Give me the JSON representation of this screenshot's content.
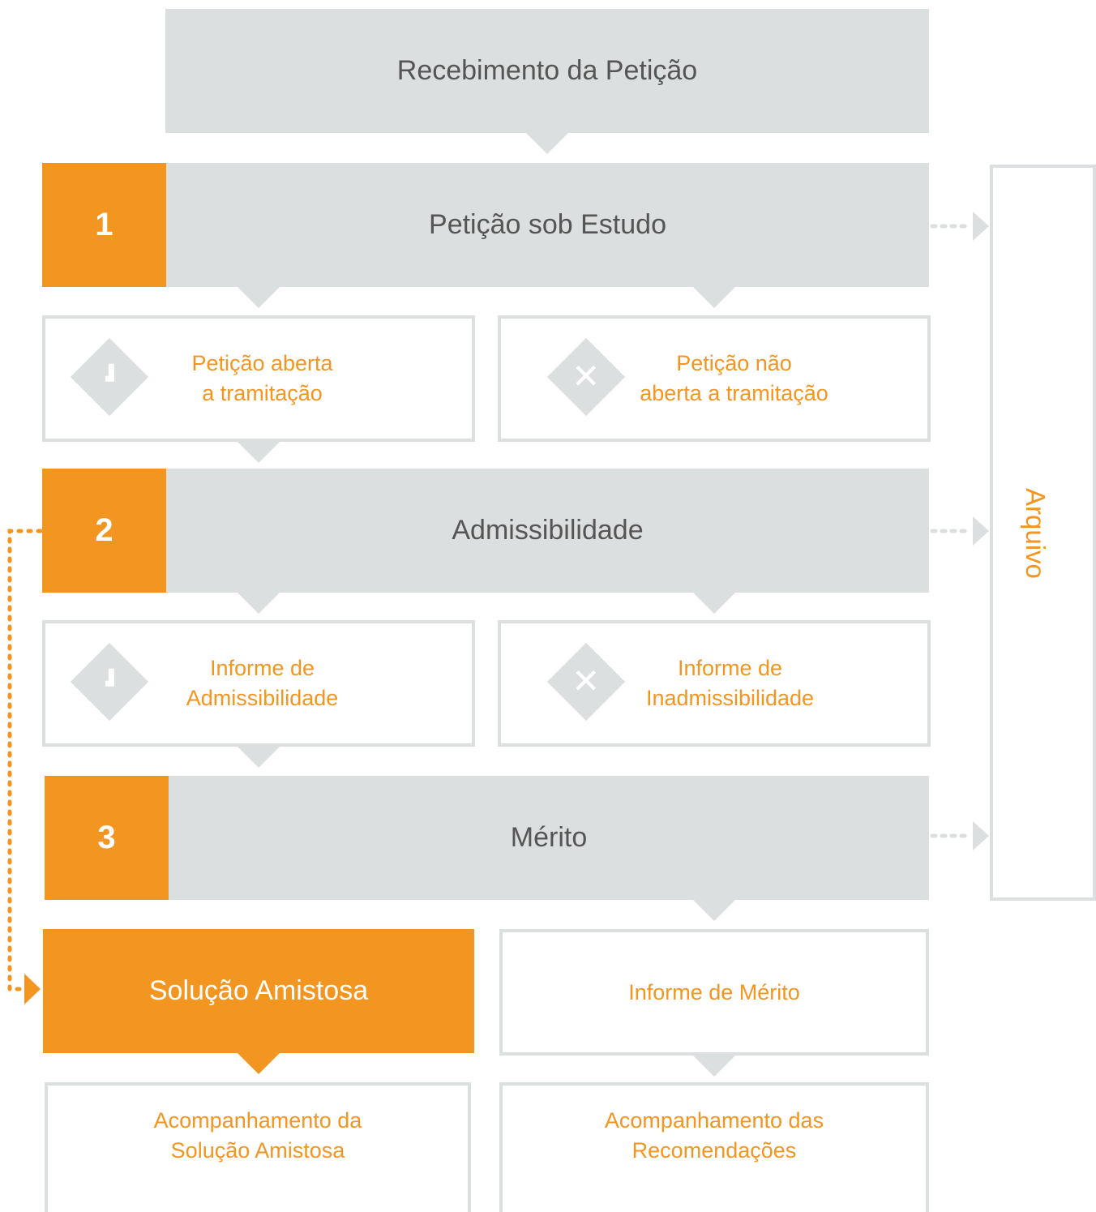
{
  "colors": {
    "accent": "#f39521",
    "gray": "#dcdfdf",
    "text_dark": "#555555"
  },
  "reception": {
    "label": "Recebimento da Petição"
  },
  "stages": [
    {
      "number": "1",
      "label": "Petição sob Estudo"
    },
    {
      "number": "2",
      "label": "Admissibilidade"
    },
    {
      "number": "3",
      "label": "Mérito"
    }
  ],
  "outcomes": {
    "stage1_open": {
      "label": "Petição aberta\na tramitação",
      "icon": "check-icon"
    },
    "stage1_not_open": {
      "label": "Petição não\naberta a tramitação",
      "icon": "x-icon"
    },
    "stage2_admissible": {
      "label": "Informe de\nAdmissibilidade",
      "icon": "check-icon"
    },
    "stage2_inadmissible": {
      "label": "Informe de\nInadmissibilidade",
      "icon": "x-icon"
    },
    "friendly_settlement": {
      "label": "Solução Amistosa"
    },
    "merits_report": {
      "label": "Informe de Mérito"
    },
    "follow_settlement": {
      "label": "Acompanhamento da\nSolução Amistosa"
    },
    "follow_recommendations": {
      "label": "Acompanhamento das\nRecomendações"
    }
  },
  "archive": {
    "label": "Arquivo"
  }
}
